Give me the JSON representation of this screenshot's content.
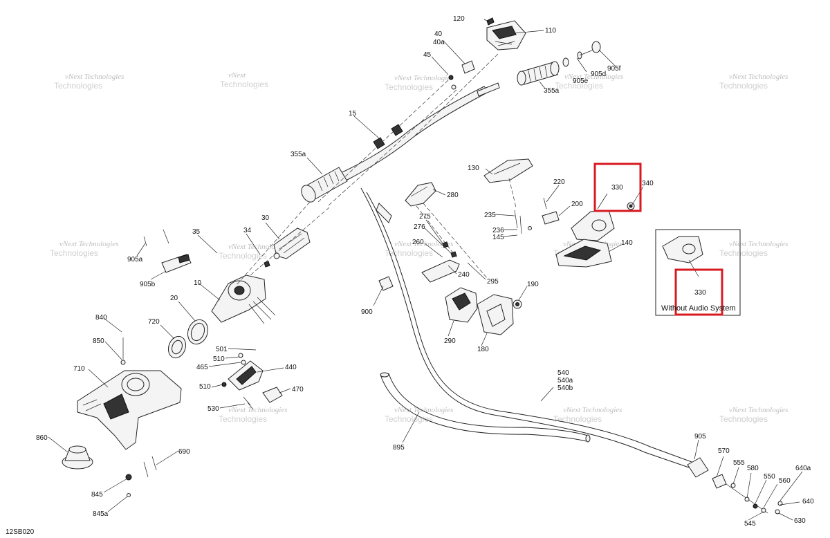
{
  "diagram_code": "12SB020",
  "watermark": {
    "line1": "vNext",
    "line2": "Technologies",
    "combined": "vNext Technologies"
  },
  "inset_caption": "Without Audio System",
  "highlight_color": "#d71920",
  "labels": {
    "p120": "120",
    "p110": "110",
    "p40": "40",
    "p40a": "40a",
    "p45": "45",
    "p905f": "905f",
    "p905d": "905d",
    "p905e": "905e",
    "p355a_top": "355a",
    "p15": "15",
    "p355a": "355a",
    "p130": "130",
    "p280": "280",
    "p220": "220",
    "p330": "330",
    "p340": "340",
    "p235": "235",
    "p200": "200",
    "p236": "236",
    "p145": "145",
    "p140": "140",
    "p275": "275",
    "p276": "276",
    "p260": "260",
    "p240": "240",
    "p295": "295",
    "p190": "190",
    "p900": "900",
    "p290": "290",
    "p180": "180",
    "p35": "35",
    "p34": "34",
    "p30": "30",
    "p905a": "905a",
    "p905b": "905b",
    "p10": "10",
    "p20": "20",
    "p840": "840",
    "p850": "850",
    "p720": "720",
    "p501": "501",
    "p510a": "510",
    "p465": "465",
    "p440": "440",
    "p510b": "510",
    "p470": "470",
    "p530": "530",
    "p710": "710",
    "p860": "860",
    "p690": "690",
    "p845": "845",
    "p845a": "845a",
    "p540": "540",
    "p540a": "540a",
    "p540b": "540b",
    "p895": "895",
    "p905": "905",
    "p570": "570",
    "p555": "555",
    "p580": "580",
    "p550": "550",
    "p560": "560",
    "p640a": "640a",
    "p640": "640",
    "p545": "545",
    "p630": "630",
    "p330_inset": "330"
  }
}
